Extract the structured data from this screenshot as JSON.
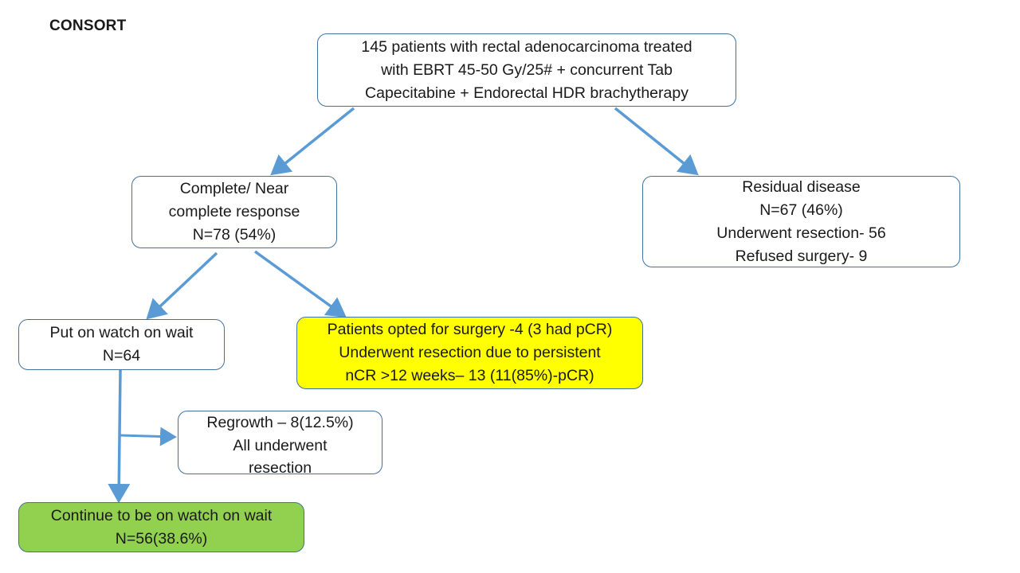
{
  "title": "CONSORT",
  "colors": {
    "arrow": "#5b9bd5",
    "box_border": "#41719c",
    "highlight_yellow": "#ffff00",
    "highlight_green": "#92d050"
  },
  "nodes": {
    "start": {
      "lines": [
        "145 patients with rectal adenocarcinoma treated",
        "with EBRT 45-50 Gy/25# + concurrent Tab",
        "Capecitabine + Endorectal HDR brachytherapy"
      ]
    },
    "complete_response": {
      "lines": [
        "Complete/ Near",
        "complete response",
        "N=78 (54%)"
      ]
    },
    "residual_disease": {
      "lines": [
        "Residual disease",
        "N=67 (46%)",
        "Underwent resection- 56",
        "Refused surgery- 9"
      ]
    },
    "watch_and_wait": {
      "lines": [
        "Put on watch on wait",
        "N=64"
      ]
    },
    "surgery": {
      "lines": [
        "Patients opted for surgery -4 (3 had pCR)",
        "Underwent resection due to persistent",
        "nCR >12 weeks– 13 (11(85%)-pCR)"
      ]
    },
    "regrowth": {
      "lines": [
        "Regrowth – 8(12.5%)",
        "All underwent",
        "resection"
      ]
    },
    "continue": {
      "lines": [
        "Continue to be on watch on wait",
        "N=56(38.6%)"
      ]
    }
  }
}
